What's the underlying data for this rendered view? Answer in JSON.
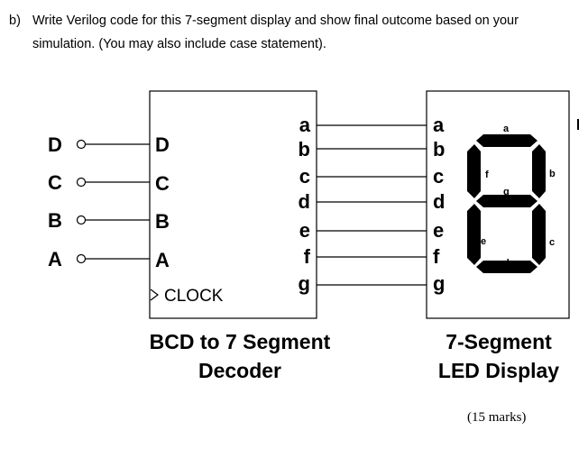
{
  "question": {
    "label": "b)",
    "line1": "Write Verilog code for this 7-segment display and show final outcome based on your",
    "line2": "simulation. (You may also include case statement)."
  },
  "decoder": {
    "inputs": [
      "D",
      "C",
      "B",
      "A"
    ],
    "outputs": [
      "a",
      "b",
      "c",
      "d",
      "e",
      "f",
      "g"
    ],
    "clock_label": "CLOCK",
    "caption_line1": "BCD to 7 Segment",
    "caption_line2": "Decoder"
  },
  "display": {
    "inputs": [
      "a",
      "b",
      "c",
      "d",
      "e",
      "f",
      "g"
    ],
    "segment_labels": {
      "a": "a",
      "b": "b",
      "c": "c",
      "d": "d",
      "e": "e",
      "f": "f",
      "g": "g"
    },
    "caption_line1": "7-Segment",
    "caption_line2": "LED Display"
  },
  "marks": "(15 marks)"
}
